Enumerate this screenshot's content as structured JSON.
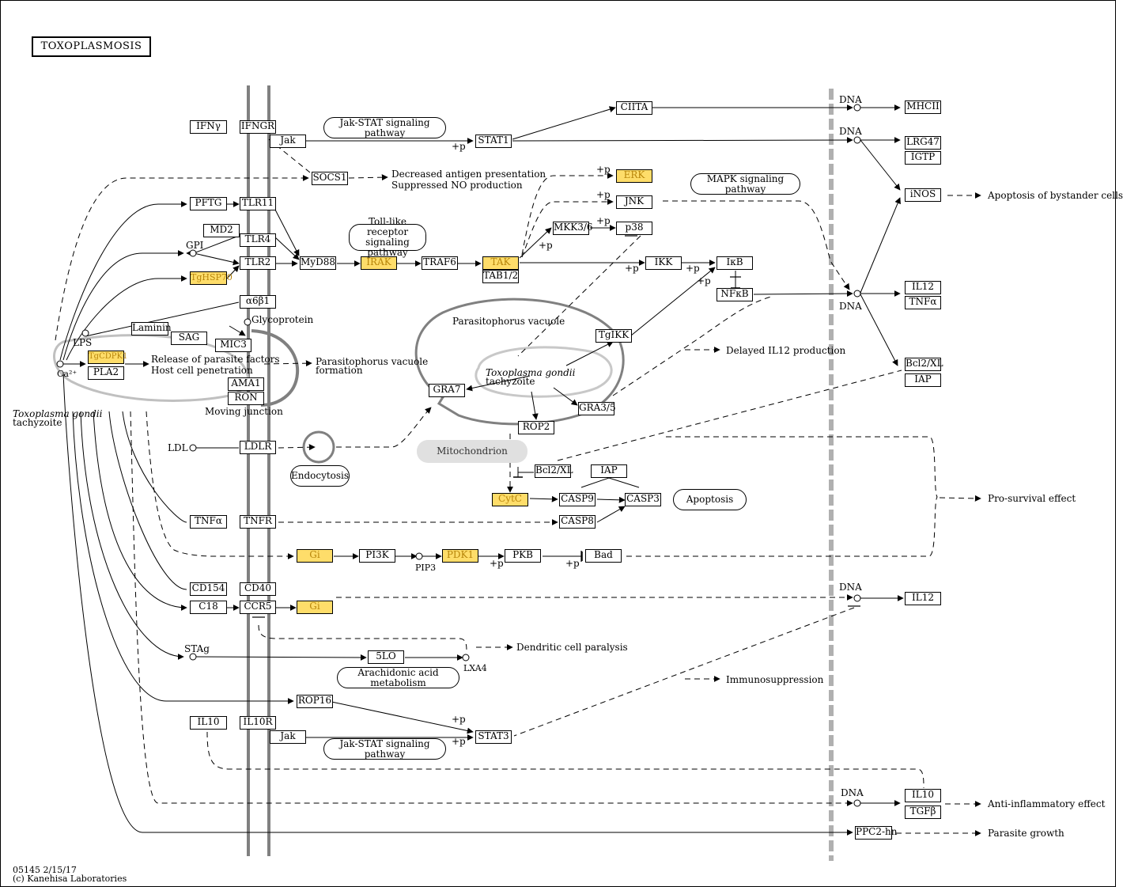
{
  "title": "TOXOPLASMOSIS",
  "footer": {
    "id_date": "05145 2/15/17",
    "copyright": "(c) Kanehisa Laboratories"
  },
  "colors": {
    "highlight": "#fedd6a",
    "membrane": "#808080",
    "outline": "#000000"
  },
  "nodes": {
    "ifng": "IFNγ",
    "ifngr": "IFNGR",
    "jak1": "Jak",
    "stat1": "STAT1",
    "ciita": "CIITA",
    "mhcii": "MHCII",
    "lrg47": "LRG47",
    "igtp": "IGTP",
    "inos": "iNOS",
    "socs1": "SOCS1",
    "pftg": "PFTG",
    "tlr11": "TLR11",
    "md2": "MD2",
    "tlr4": "TLR4",
    "tlr2": "TLR2",
    "tghsp70": "TgHSP70",
    "myd88": "MyD88",
    "irak": "IRAK",
    "traf6": "TRAF6",
    "tak": "TAK",
    "tab12": "TAB1/2",
    "erk": "ERK",
    "jnk": "JNK",
    "mkk36": "MKK3/6",
    "p38": "p38",
    "ikk": "IKK",
    "ikb": "IκB",
    "nfkb": "NFκB",
    "il12a": "IL12",
    "tnfa_r": "TNFα",
    "bcl2xl_r": "Bcl2/XL",
    "iap_r": "IAP",
    "a6b1": "α6β1",
    "laminin": "Laminin",
    "sag": "SAG",
    "mic3": "MIC3",
    "tgcdpk1": "TgCDPK1",
    "pla2": "PLA2",
    "ama1": "AMA1",
    "ron": "RON",
    "tgikk": "TgIKK",
    "gra7": "GRA7",
    "gra35": "GRA3/5",
    "rop2": "ROP2",
    "ldlr": "LDLR",
    "bcl2xl_m": "Bcl2/XL",
    "iap_m": "IAP",
    "cytc": "CytC",
    "casp9": "CASP9",
    "casp3": "CASP3",
    "casp8": "CASP8",
    "tnfa_l": "TNFα",
    "tnfr": "TNFR",
    "gi1": "Gi",
    "pi3k": "PI3K",
    "pdk1": "PDK1",
    "pkb": "PKB",
    "bad": "Bad",
    "cd154": "CD154",
    "cd40": "CD40",
    "c18": "C18",
    "ccr5": "CCR5",
    "gi2": "Gi",
    "il12b": "IL12",
    "slo": "5LO",
    "rop16": "ROP16",
    "il10": "IL10",
    "il10r": "IL10R",
    "jak2": "Jak",
    "stat3": "STAT3",
    "il10b": "IL10",
    "tgfb": "TGFβ",
    "ppc2hn": "PPC2-hn"
  },
  "pathways": {
    "jakstat1": "Jak-STAT signaling pathway",
    "tlr": "Toll-like receptor signaling pathway",
    "mapk": "MAPK signaling pathway",
    "endocytosis": "Endocytosis",
    "apoptosis": "Apoptosis",
    "arachidonic": "Arachidonic acid  metabolism",
    "jakstat2": "Jak-STAT signaling pathway"
  },
  "labels": {
    "dna1": "DNA",
    "dna2": "DNA",
    "dna3": "DNA",
    "dna4": "DNA",
    "dna5": "DNA",
    "decreased": "Decreased antigen presentation",
    "suppressed": "Suppressed NO production",
    "apoptosis_bystander": "Apoptosis of bystander cells",
    "gpi": "GPI",
    "lps": "LPS",
    "glycoprotein": "Glycoprotein",
    "ca": "Ca²⁺",
    "release": "Release of parasite factors",
    "host": "Host cell penetration",
    "pv_formation1": "Parasitophorus vacuole",
    "pv_formation2": "formation",
    "moving_junction": "Moving junction",
    "tgondii_l1": "Toxoplasma gondii",
    "tgondii_l2": "tachyzoite",
    "pv": "Parasitophorus vacuole",
    "tgondii_c1": "Toxoplasma gondii",
    "tgondii_c2": "tachyzoite",
    "delayed_il12": "Delayed IL12 production",
    "ldl": "LDL",
    "mitochondrion": "Mitochondrion",
    "pro_survival": "Pro-survival effect",
    "pip3": "PIP3",
    "stag": "STAg",
    "lxa4": "LXA4",
    "dendritic": "Dendritic cell paralysis",
    "immunosuppression": "Immunosuppression",
    "anti_inflammatory": "Anti-inflammatory effect",
    "parasite_growth": "Parasite growth",
    "p1": "+p",
    "p2": "+p",
    "p3": "+p",
    "p4": "+p",
    "p5": "+p",
    "p6": "+p",
    "p7": "+p",
    "p8": "+p",
    "p9": "+p",
    "p10": "+p",
    "p11": "+p",
    "p12": "+p"
  }
}
